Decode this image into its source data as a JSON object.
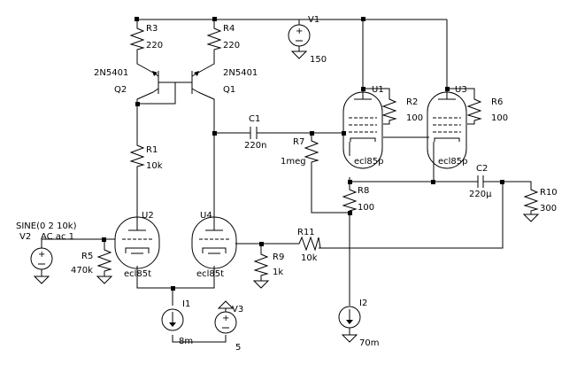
{
  "components": {
    "R3": {
      "ref": "R3",
      "value": "220"
    },
    "R4": {
      "ref": "R4",
      "value": "220"
    },
    "V1": {
      "ref": "V1",
      "value": "150"
    },
    "Q2": {
      "ref": "Q2",
      "model": "2N5401"
    },
    "Q1": {
      "ref": "Q1",
      "model": "2N5401"
    },
    "R1": {
      "ref": "R1",
      "value": "10k"
    },
    "C1": {
      "ref": "C1",
      "value": "220n"
    },
    "R7": {
      "ref": "R7",
      "value": "1meg"
    },
    "U1": {
      "ref": "U1",
      "model": "ecl85p"
    },
    "U3": {
      "ref": "U3",
      "model": "ecl85p"
    },
    "R2": {
      "ref": "R2",
      "value": "100"
    },
    "R6": {
      "ref": "R6",
      "value": "100"
    },
    "C2": {
      "ref": "C2",
      "value": "220µ"
    },
    "R8": {
      "ref": "R8",
      "value": "100"
    },
    "R10": {
      "ref": "R10",
      "value": "300"
    },
    "U2": {
      "ref": "U2",
      "model": "ecl85t"
    },
    "U4": {
      "ref": "U4",
      "model": "ecl85t"
    },
    "V2": {
      "ref": "V2",
      "value": "SINE(0 2 10k)",
      "extra": "AC ac 1"
    },
    "R5": {
      "ref": "R5",
      "value": "470k"
    },
    "R9": {
      "ref": "R9",
      "value": "1k"
    },
    "R11": {
      "ref": "R11",
      "value": "10k"
    },
    "I1": {
      "ref": "I1",
      "value": "8m"
    },
    "V3": {
      "ref": "V3",
      "value": "5"
    },
    "I2": {
      "ref": "I2",
      "value": "70m"
    }
  }
}
